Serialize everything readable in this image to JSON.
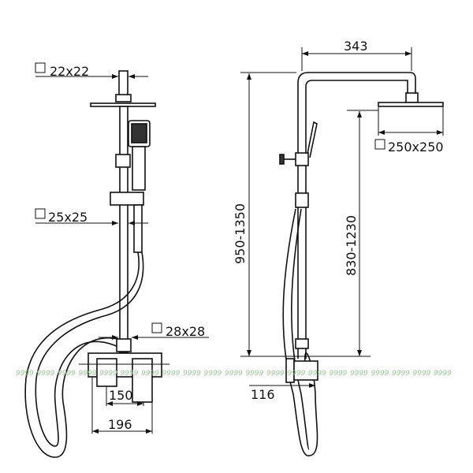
{
  "left_view": {
    "top_pipe_size": "22x22",
    "lower_pipe_size": "25x25",
    "mixer_pipe_size": "28x28",
    "mixer_center_width": "150",
    "mixer_overall_width": "196"
  },
  "right_view": {
    "arm_reach": "343",
    "head_size": "250x250",
    "total_height_range": "950-1350",
    "head_height_range": "830-1230",
    "mixer_depth": "116"
  },
  "watermark": "9999"
}
